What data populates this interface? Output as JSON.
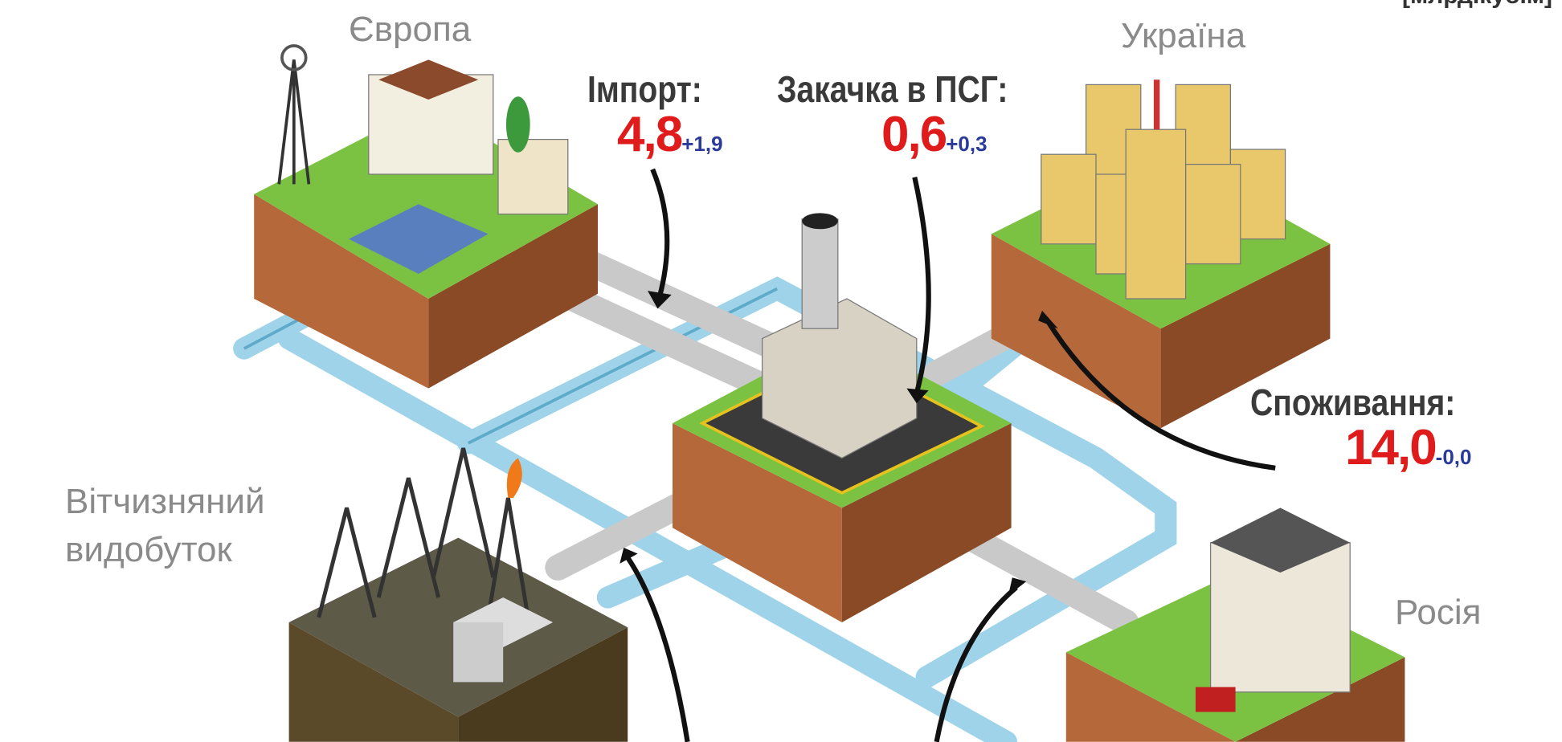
{
  "unit": "[млрд.куб.м]",
  "regions": {
    "europe": "Європа",
    "ukraine": "Україна",
    "domestic_line1": "Вітчизняний",
    "domestic_line2": "видобуток",
    "russia": "Росія"
  },
  "flows": {
    "import": {
      "label": "Імпорт:",
      "value": "4,8",
      "delta": "+1,9"
    },
    "injection": {
      "label": "Закачка в ПСГ:",
      "value": "0,6",
      "delta": "+0,3"
    },
    "consumption": {
      "label": "Споживання:",
      "value": "14,0",
      "delta": "-0,0"
    }
  },
  "colors": {
    "value": "#e01b1b",
    "delta": "#2a3a9a",
    "grass": "#7cc242",
    "soil": "#a0522d",
    "pipe_blue": "#9fd3ea",
    "pipe_grey": "#c8c8c8"
  }
}
